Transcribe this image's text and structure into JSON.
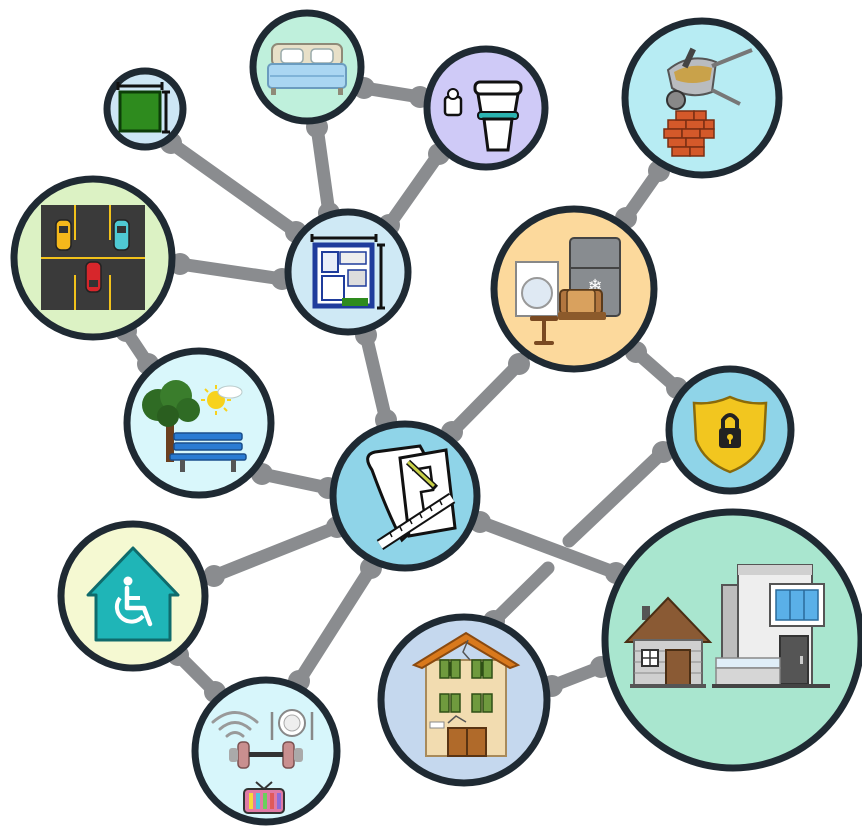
{
  "colors": {
    "edge": "#8a8c8f",
    "ring": "#1f2a33",
    "center_bg": "#8fd4e8",
    "plan_bg": "#cfe9f5",
    "bedroom_bg": "#bff0dc",
    "bathroom_bg": "#cfcaf7",
    "yard_bg": "#cde6f5",
    "parking_bg": "#dcf2c4",
    "park_bg": "#d9f7fb",
    "accessible_bg": "#f5f9d2",
    "amenities_bg": "#d7f6fb",
    "construction_bg": "#b7ecf3",
    "interior_bg": "#fcd99c",
    "security_bg": "#8fd4e8",
    "oldhouse_bg": "#c5d8ee",
    "houses_bg": "#a9e6cf"
  },
  "nodes": [
    {
      "id": "center",
      "icon": "blueprint-icon"
    },
    {
      "id": "plan",
      "icon": "floor-plan-icon"
    },
    {
      "id": "bedroom",
      "icon": "bed-icon"
    },
    {
      "id": "bathroom",
      "icon": "toilet-icon"
    },
    {
      "id": "yard",
      "icon": "lot-dimension-icon"
    },
    {
      "id": "parking",
      "icon": "parking-lot-icon"
    },
    {
      "id": "park",
      "icon": "park-bench-tree-icon"
    },
    {
      "id": "accessible",
      "icon": "wheelchair-house-icon"
    },
    {
      "id": "amenities",
      "icon": "wifi-dining-gym-tv-icon"
    },
    {
      "id": "construction",
      "icon": "wheelbarrow-bricks-icon"
    },
    {
      "id": "interior",
      "icon": "appliances-furniture-icon"
    },
    {
      "id": "security",
      "icon": "lock-shield-icon"
    },
    {
      "id": "oldhouse",
      "icon": "old-building-icon"
    },
    {
      "id": "houses",
      "icon": "house-and-modern-building-icon"
    }
  ]
}
